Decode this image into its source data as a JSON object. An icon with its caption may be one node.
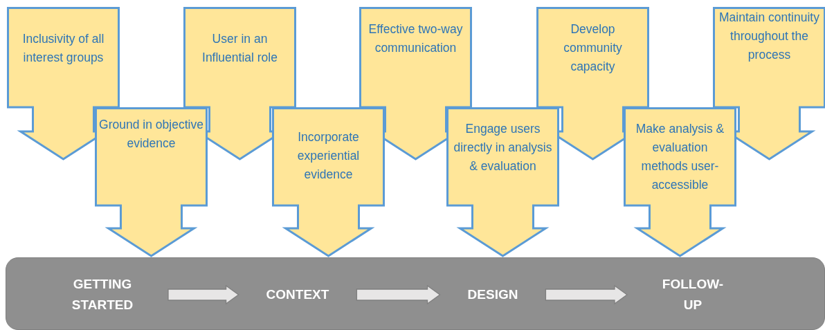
{
  "diagram": {
    "nodes": [
      {
        "text": [
          "Inclusivity of all interest groups"
        ]
      },
      {
        "text": [
          "Ground in objective evidence"
        ]
      },
      {
        "text": [
          "User in an Influential role"
        ]
      },
      {
        "text": [
          "Incorporate experiential evidence"
        ]
      },
      {
        "text": [
          "Effective two-way communication"
        ]
      },
      {
        "text": [
          "Engage users directly in analysis & evaluation"
        ]
      },
      {
        "text": [
          "Develop community capacity"
        ]
      },
      {
        "text": [
          "Make analysis & evaluation methods user-accessible"
        ]
      },
      {
        "text": [
          "Maintain continuity throughout the process"
        ]
      },
      {
        "text": [],
        "shape": "bar"
      },
      {
        "text": [
          "GETTING STARTED"
        ],
        "in": 9
      },
      {
        "text": [
          "CONTEXT"
        ],
        "in": 9
      },
      {
        "text": [
          "DESIGN"
        ],
        "in": 9
      },
      {
        "text": [
          "FOLLOW-UP"
        ],
        "in": 9
      }
    ],
    "edges": [
      {
        "from": 10,
        "to": 11,
        "arrow": "to"
      },
      {
        "from": 11,
        "to": 12,
        "arrow": "to"
      },
      {
        "from": 12,
        "to": 13,
        "arrow": "to"
      }
    ]
  }
}
